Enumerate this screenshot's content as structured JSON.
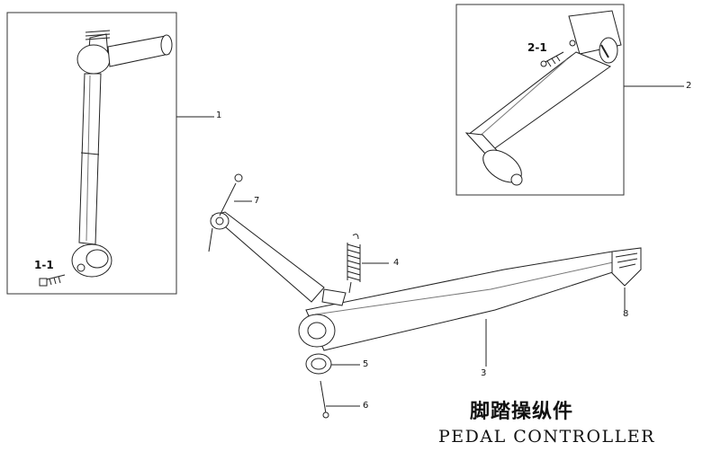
{
  "title": {
    "cn": "脚踏操纵件",
    "en": "PEDAL CONTROLLER"
  },
  "callouts": {
    "c1": "1",
    "c1_1": "1-1",
    "c2": "2",
    "c2_1": "2-1",
    "c3": "3",
    "c4": "4",
    "c5": "5",
    "c6": "6",
    "c7": "7",
    "c8": "8"
  }
}
